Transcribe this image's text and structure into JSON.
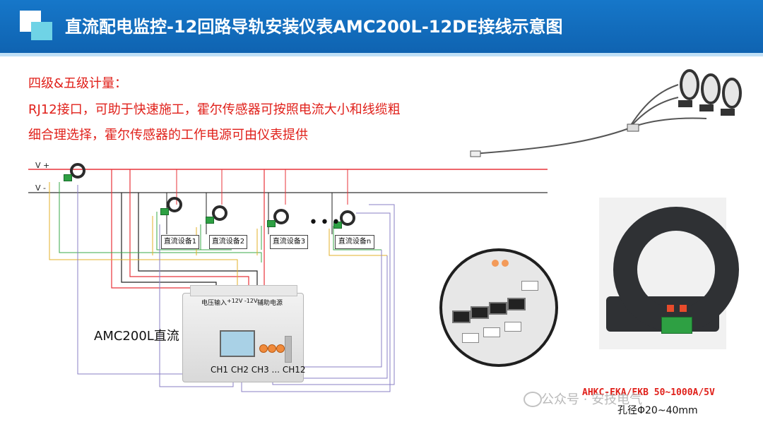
{
  "header": {
    "title": "直流配电监控-12回路导轨安装仪表AMC200L-12DE接线示意图"
  },
  "intro": {
    "heading": "四级&五级计量：",
    "line1": "RJ12接口，可助于快速施工，霍尔传感器可按照电流大小和线缆粗",
    "line2": "细合理选择，霍尔传感器的工作电源可由仪表提供"
  },
  "diagram": {
    "rail_positive": "V +",
    "rail_negative": "V -",
    "devices": [
      "直流设备1",
      "直流设备2",
      "直流设备3",
      "直流设备n"
    ],
    "ellipsis": "•••",
    "meter": {
      "voltage_input": "电压输入",
      "power_range": "+12V -12V",
      "aux_power": "辅助电源",
      "channels": "CH1 CH2 CH3 ... CH12",
      "name": "AMC200L直流"
    }
  },
  "product": {
    "spec_model": "AHKC-EKA/EKB 50~1000A/5V",
    "spec_hole": "孔径Φ20~40mm"
  },
  "watermark": {
    "text": "公众号 · 安技电气"
  },
  "colors": {
    "header_blue": "#1677c9",
    "accent_red": "#e0201a",
    "wire_red": "#e8333a",
    "wire_green": "#3aa848",
    "wire_yellow": "#e3b22a",
    "wire_purple": "#8a7fc6",
    "wire_black": "#222222"
  }
}
